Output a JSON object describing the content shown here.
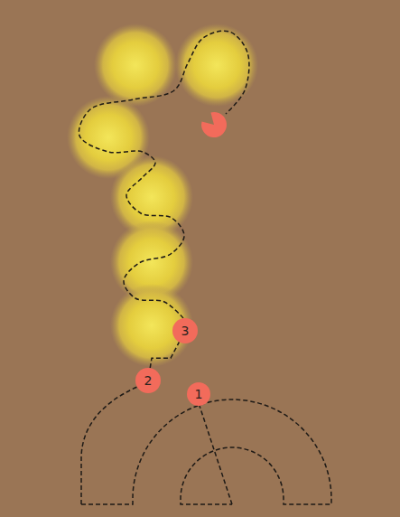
{
  "diagram": {
    "nodes": [
      {
        "text": [
          "1"
        ]
      },
      {
        "text": [
          "2"
        ]
      },
      {
        "text": [
          "3"
        ]
      }
    ],
    "edges": [
      {
        "from": 1,
        "to": 2,
        "arrow": "none"
      }
    ]
  }
}
